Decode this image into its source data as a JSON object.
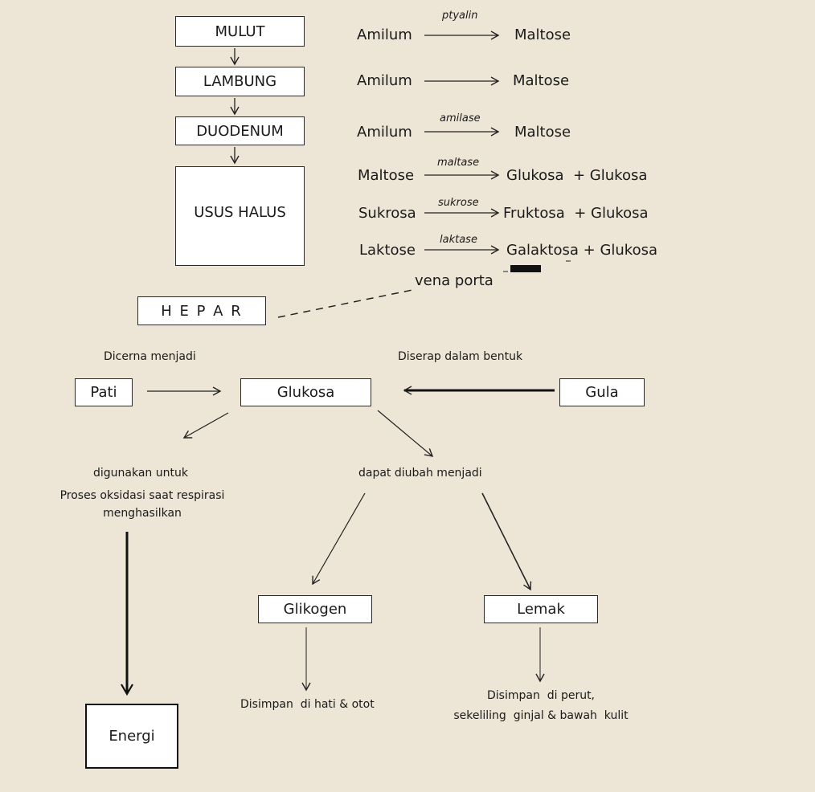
{
  "organs": {
    "mulut": "MULUT",
    "lambung": "LAMBUNG",
    "duodenum": "DUODENUM",
    "usus_halus": "USUS HALUS",
    "hepar": "H E P A R"
  },
  "reactions": [
    {
      "substrate": "Amilum",
      "enzyme": "ptyalin",
      "product": "Maltose"
    },
    {
      "substrate": "Amilum",
      "enzyme": "",
      "product": "Maltose"
    },
    {
      "substrate": "Amilum",
      "enzyme": "amilase",
      "product": "Maltose"
    },
    {
      "substrate": "Maltose",
      "enzyme": "maltase",
      "product": "Glukosa  + Glukosa"
    },
    {
      "substrate": "Sukrosa",
      "enzyme": "sukrose",
      "product": "Fruktosa  + Glukosa"
    },
    {
      "substrate": "Laktose",
      "enzyme": "laktase",
      "product": "Galaktosa + Glukosa"
    }
  ],
  "vena_porta": "vena porta",
  "flow": {
    "dicerna_label": "Dicerna menjadi",
    "diserap_label": "Diserap dalam bentuk",
    "pati": "Pati",
    "glukosa": "Glukosa",
    "gula": "Gula",
    "digunakan_label": "digunakan untuk",
    "proses_line1": "Proses oksidasi saat respirasi",
    "proses_line2": "menghasilkan",
    "dapat_label": "dapat diubah menjadi",
    "glikogen": "Glikogen",
    "lemak": "Lemak",
    "energi": "Energi",
    "glikogen_store": "Disimpan  di hati & otot",
    "lemak_store_line1": "Disimpan  di perut,",
    "lemak_store_line2": "sekeliling  ginjal & bawah  kulit"
  }
}
